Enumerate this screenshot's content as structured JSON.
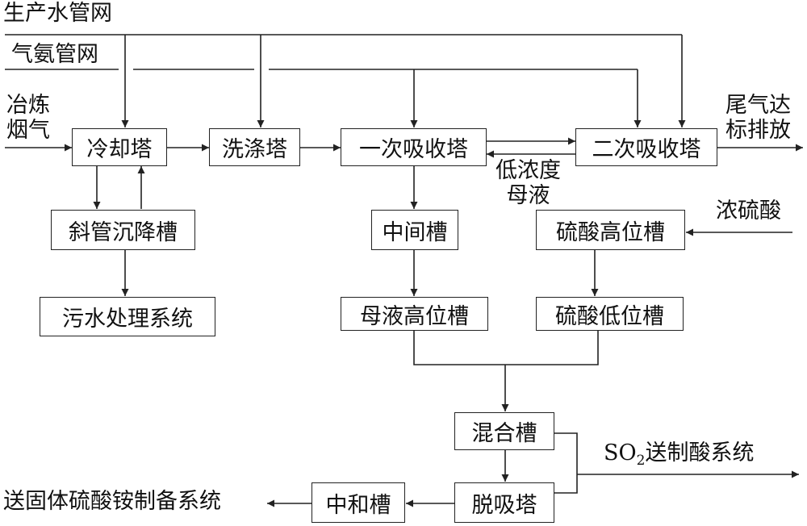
{
  "inputs": {
    "production_water": "生产水管网",
    "ammonia_gas": "气氨管网",
    "smelter_gas_line1": "冶炼",
    "smelter_gas_line2": "烟气",
    "concentrated_acid": "浓硫酸"
  },
  "units": {
    "cooling_tower": "冷却塔",
    "washing_tower": "洗涤塔",
    "primary_absorber": "一次吸收塔",
    "secondary_absorber": "二次吸收塔",
    "inclined_settler": "斜管沉降槽",
    "wastewater_system": "污水处理系统",
    "intermediate_tank": "中间槽",
    "acid_head_tank": "硫酸高位槽",
    "mother_liquor_head_tank": "母液高位槽",
    "acid_low_tank": "硫酸低位槽",
    "mixing_tank": "混合槽",
    "stripping_tower": "脱吸塔",
    "neutralization_tank": "中和槽"
  },
  "outputs": {
    "tail_gas_line1": "尾气达",
    "tail_gas_line2": "标排放",
    "so2_prefix": "SO",
    "so2_subscript": "2",
    "so2_suffix": "送制酸系统",
    "solid_ammonium_sulfate": "送固体硫酸铵制备系统"
  },
  "annotations": {
    "low_conc_line1": "低浓度",
    "low_conc_line2": "母液"
  }
}
